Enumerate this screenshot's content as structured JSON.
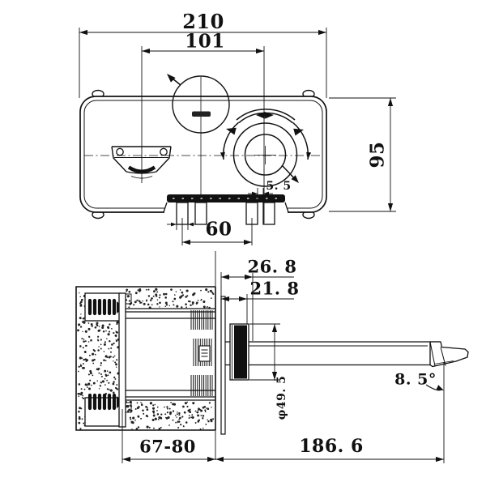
{
  "drawing": {
    "type": "technical-dimension-drawing",
    "subject": "wall-mounted basin mixer faucet, front view and wall section view",
    "colors": {
      "ink": "#111111",
      "paper": "#ffffff"
    },
    "front_view": {
      "plate_width": "210",
      "spout_to_handle": "101",
      "plate_height": "95",
      "inlet_spacing": "60",
      "leg_gap": "5. 5"
    },
    "section_view": {
      "projection_outer": "26. 8",
      "projection_trim": "21. 8",
      "wall_depth_range": "67-80",
      "spout_reach": "186. 6",
      "spout_angle": "8. 5°",
      "escutcheon_diameter": "φ49. 5"
    }
  }
}
